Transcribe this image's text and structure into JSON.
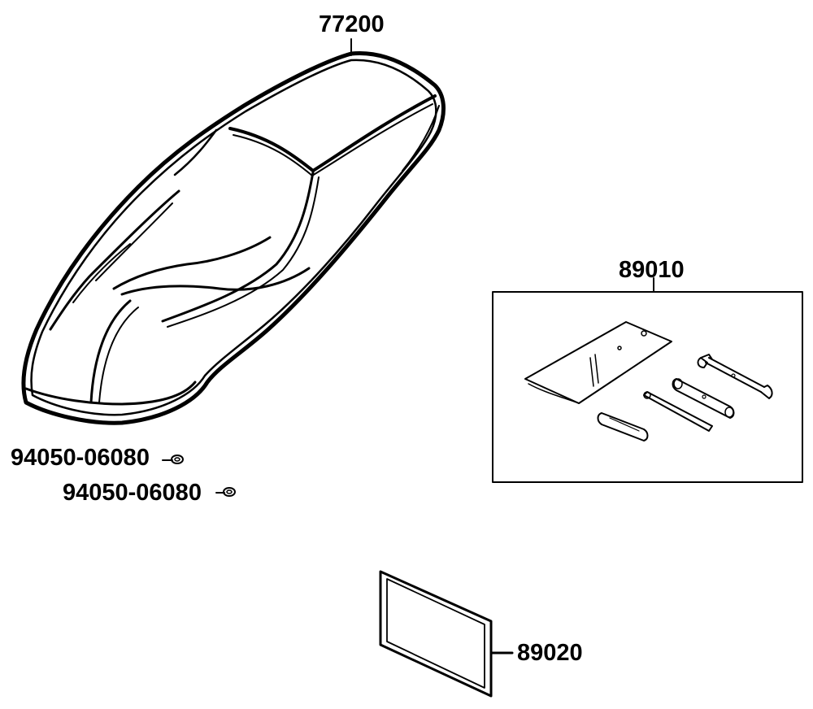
{
  "parts": {
    "seat": {
      "number": "77200"
    },
    "tool_kit": {
      "number": "89010"
    },
    "manual_sheet": {
      "number": "89020"
    },
    "nut_1": {
      "number": "94050-06080"
    },
    "nut_2": {
      "number": "94050-06080"
    }
  },
  "colors": {
    "ink": "#000000",
    "background": "#ffffff"
  }
}
